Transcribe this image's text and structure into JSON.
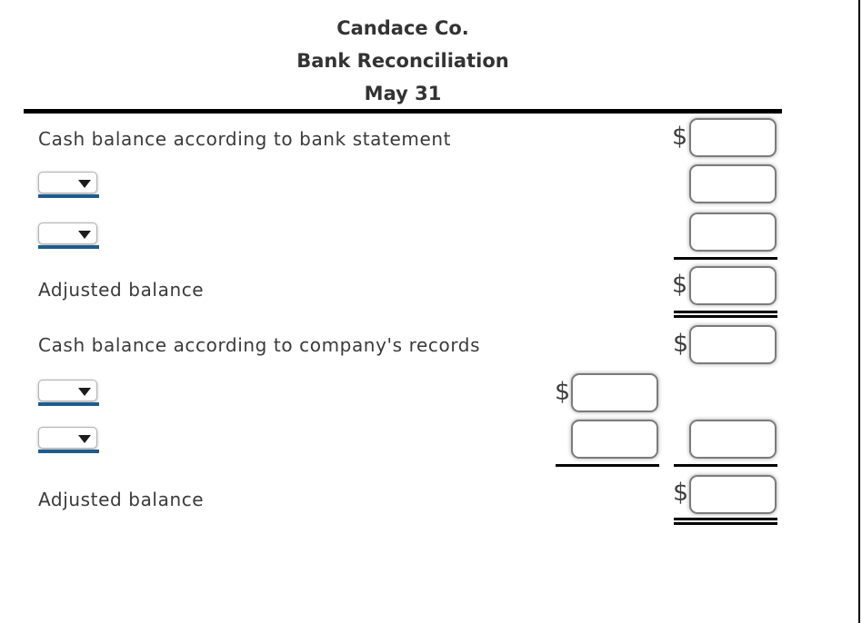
{
  "title": {
    "company": "Candace Co.",
    "report": "Bank Reconciliation",
    "date": "May 31"
  },
  "currency_symbol": "$",
  "bank_section": {
    "balance_label": "Cash balance according to bank statement",
    "adjusted_label": "Adjusted balance",
    "adjustment_select_1": {
      "selected": ""
    },
    "adjustment_select_2": {
      "selected": ""
    },
    "inputs": {
      "balance": "",
      "adjustment_1": "",
      "adjustment_2": "",
      "adjusted_total": ""
    }
  },
  "company_section": {
    "balance_label": "Cash balance according to company's records",
    "adjusted_label": "Adjusted balance",
    "adjustment_select_1": {
      "selected": ""
    },
    "adjustment_select_2": {
      "selected": ""
    },
    "inputs": {
      "balance": "",
      "adjustment_1_amount": "",
      "adjustment_2_amount": "",
      "adjustment_2_extension": "",
      "adjusted_total": ""
    }
  },
  "colors": {
    "accent_blue": "#1f5c8d",
    "text": "#3a3a3a",
    "rule": "#000000",
    "box_border": "#7b7b7b"
  }
}
